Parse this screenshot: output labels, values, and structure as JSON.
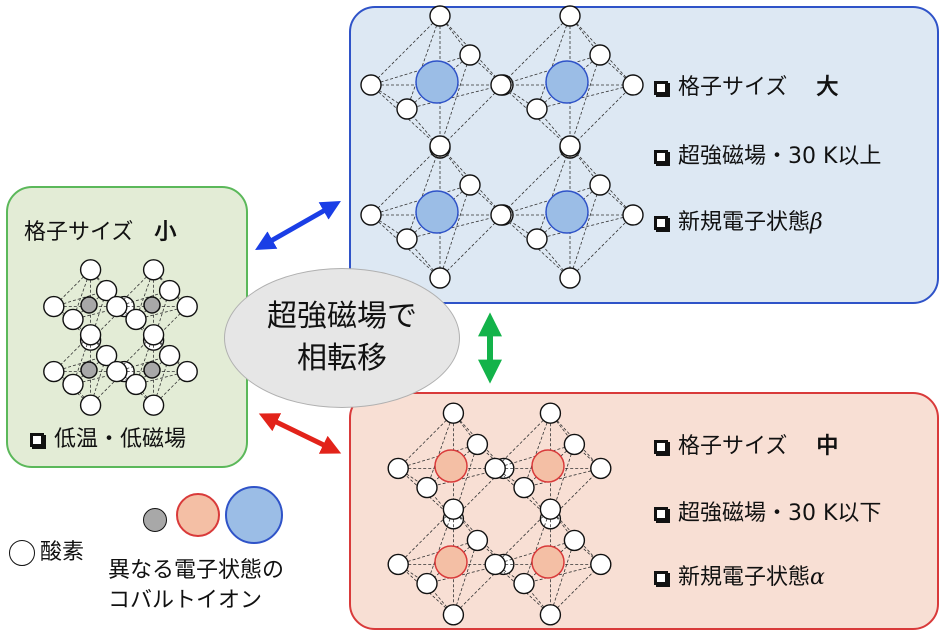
{
  "panels": {
    "small": {
      "size_label": "格子サイズ",
      "size_value": "小",
      "condition": "低温・低磁場"
    },
    "large": {
      "size_label": "格子サイズ",
      "size_value": "大",
      "field": "超強磁場・30 K以上",
      "state_prefix": "新規電子状態",
      "state_symbol": "β"
    },
    "mid": {
      "size_label": "格子サイズ",
      "size_value": "中",
      "field": "超強磁場・30 K以下",
      "state_prefix": "新規電子状態",
      "state_symbol": "α"
    }
  },
  "center": {
    "line1": "超強磁場で",
    "line2": "相転移"
  },
  "legend": {
    "oxygen": "酸素",
    "cobalt_line1": "異なる電子状態の",
    "cobalt_line2": "コバルトイオン"
  },
  "colors": {
    "green_border": "#5bb85a",
    "green_fill": "#e3ecd6",
    "blue_border": "#2f53c8",
    "blue_fill": "#dde8f3",
    "red_border": "#d93a3a",
    "red_fill": "#f8dfd4",
    "cobalt_small": "#a8a8a8",
    "cobalt_mid": "#f4bfa5",
    "cobalt_large": "#9bbde6",
    "arrow_blue": "#1a3ee6",
    "arrow_red": "#e2231a",
    "arrow_green": "#13b34a"
  },
  "icons": {
    "checkbox": "checkbox-icon",
    "arrow_blue": "double-arrow-icon",
    "arrow_red": "double-arrow-icon",
    "arrow_green": "double-arrow-icon"
  }
}
